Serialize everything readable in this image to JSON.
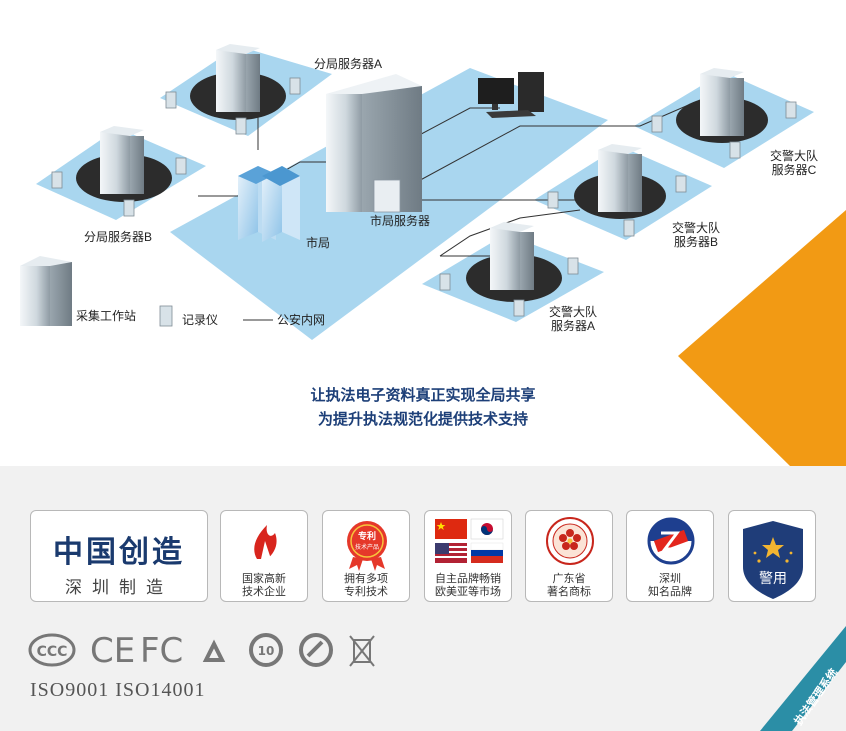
{
  "diagram": {
    "labels": {
      "branch_a": "分局服务器A",
      "branch_b": "分局服务器B",
      "city_server": "市局服务器",
      "city_bureau": "市局",
      "traffic_c_1": "交警大队",
      "traffic_c_2": "服务器C",
      "traffic_b_1": "交警大队",
      "traffic_b_2": "服务器B",
      "traffic_a_1": "交警大队",
      "traffic_a_2": "服务器A"
    },
    "legend": {
      "workstation": "采集工作站",
      "recorder": "记录仪",
      "network": "公安内网"
    },
    "slogan": {
      "line1": "让执法电子资料真正实现全局共享",
      "line2": "为提升执法规范化提供技术支持"
    }
  },
  "badges": {
    "made_in_china": {
      "line1": "中国创造",
      "line2": "深圳制造"
    },
    "items": [
      {
        "line1": "国家高新",
        "line2": "技术企业"
      },
      {
        "line1": "拥有多项",
        "line2": "专利技术",
        "stamp_line1": "专利",
        "stamp_line2": "技术产品"
      },
      {
        "line1": "自主品牌畅销",
        "line2": "欧美亚等市场"
      },
      {
        "line1": "广东省",
        "line2": "著名商标"
      },
      {
        "line1": "深圳",
        "line2": "知名品牌"
      },
      {
        "line1": "警用"
      }
    ]
  },
  "certifications": {
    "marks": [
      "CCC",
      "CE",
      "FC",
      "recycle",
      "10",
      "e-cycle",
      "weee"
    ],
    "iso": "ISO9001   ISO14001"
  },
  "corner_ribbon": "执法管理系统",
  "colors": {
    "platform": "#a9d6ef",
    "accent_orange": "#f29a14",
    "navy": "#1a3a6e",
    "ribbon": "#2b8ea6"
  }
}
